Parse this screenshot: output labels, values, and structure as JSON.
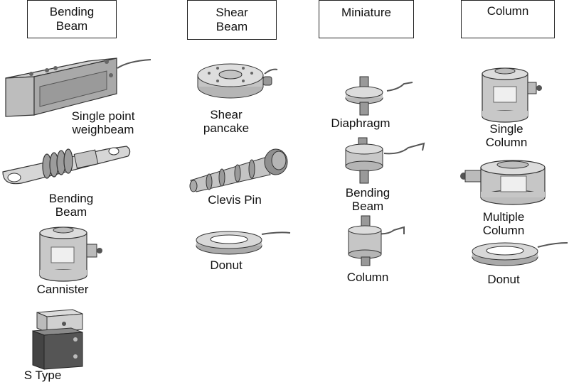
{
  "headers": {
    "bending_beam": "Bending\nBeam",
    "shear_beam": "Shear\nBeam",
    "miniature": "Miniature",
    "column": "Column"
  },
  "labels": {
    "single_point_weighbeam": "Single point\nweighbeam",
    "bending_beam": "Bending\nBeam",
    "cannister": "Cannister",
    "s_type": "S Type",
    "shear_pancake": "Shear\npancake",
    "clevis_pin": "Clevis Pin",
    "donut_shear": "Donut",
    "diaphragm": "Diaphragm",
    "mini_bending_beam": "Bending\nBeam",
    "mini_column": "Column",
    "single_column": "Single\nColumn",
    "multiple_column": "Multiple\nColumn",
    "donut_column": "Donut"
  },
  "colors": {
    "metal_light": "#d9d9d9",
    "metal_mid": "#b8b8b8",
    "metal_dark": "#8c8c8c",
    "outline": "#333333",
    "s_type_body": "#555555"
  }
}
